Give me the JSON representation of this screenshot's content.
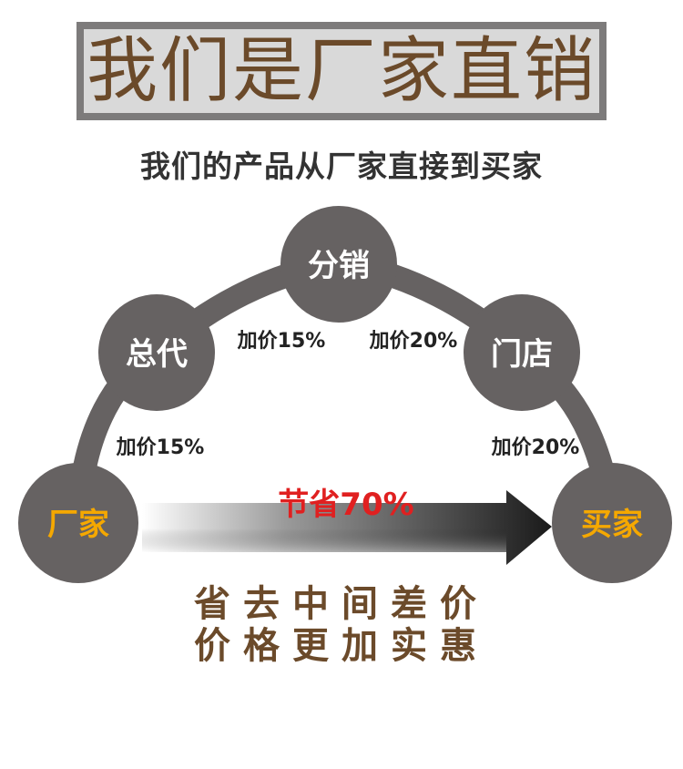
{
  "title": "我们是厂家直销",
  "subtitle": "我们的产品从厂家直接到买家",
  "nodes": {
    "factory": "厂家",
    "general_agent": "总代",
    "distribution": "分销",
    "store": "门店",
    "buyer": "买家"
  },
  "markups": {
    "factory_to_agent": "加价15%",
    "agent_to_distribution": "加价15%",
    "distribution_to_store": "加价20%",
    "store_to_buyer": "加价20%"
  },
  "savings": "节省70%",
  "slogan": {
    "line1": "省去中间差价",
    "line2": "价格更加实惠"
  },
  "colors": {
    "node": "#666262",
    "node_label_white": "#ffffff",
    "node_label_gold": "#f5a800",
    "title_text": "#6b4a2a",
    "savings": "#e02020"
  }
}
